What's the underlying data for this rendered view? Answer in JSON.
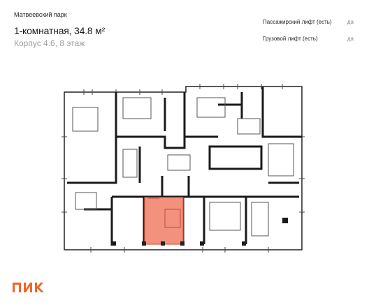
{
  "header": {
    "complex_name": "Матвеевский парк",
    "title": "1-комнатная, 34.8 м²",
    "subtitle": "Корпус 4.6, 8 этаж"
  },
  "features": [
    {
      "label": "Пассажирский лифт (есть)",
      "value": "да"
    },
    {
      "label": "Грузовой лифт (есть)",
      "value": "да"
    }
  ],
  "plan": {
    "highlight_color": "#f08a78",
    "highlight_stroke": "#e0573f"
  },
  "brand": {
    "logo_text": "ПИК",
    "logo_color": "#f26522"
  }
}
